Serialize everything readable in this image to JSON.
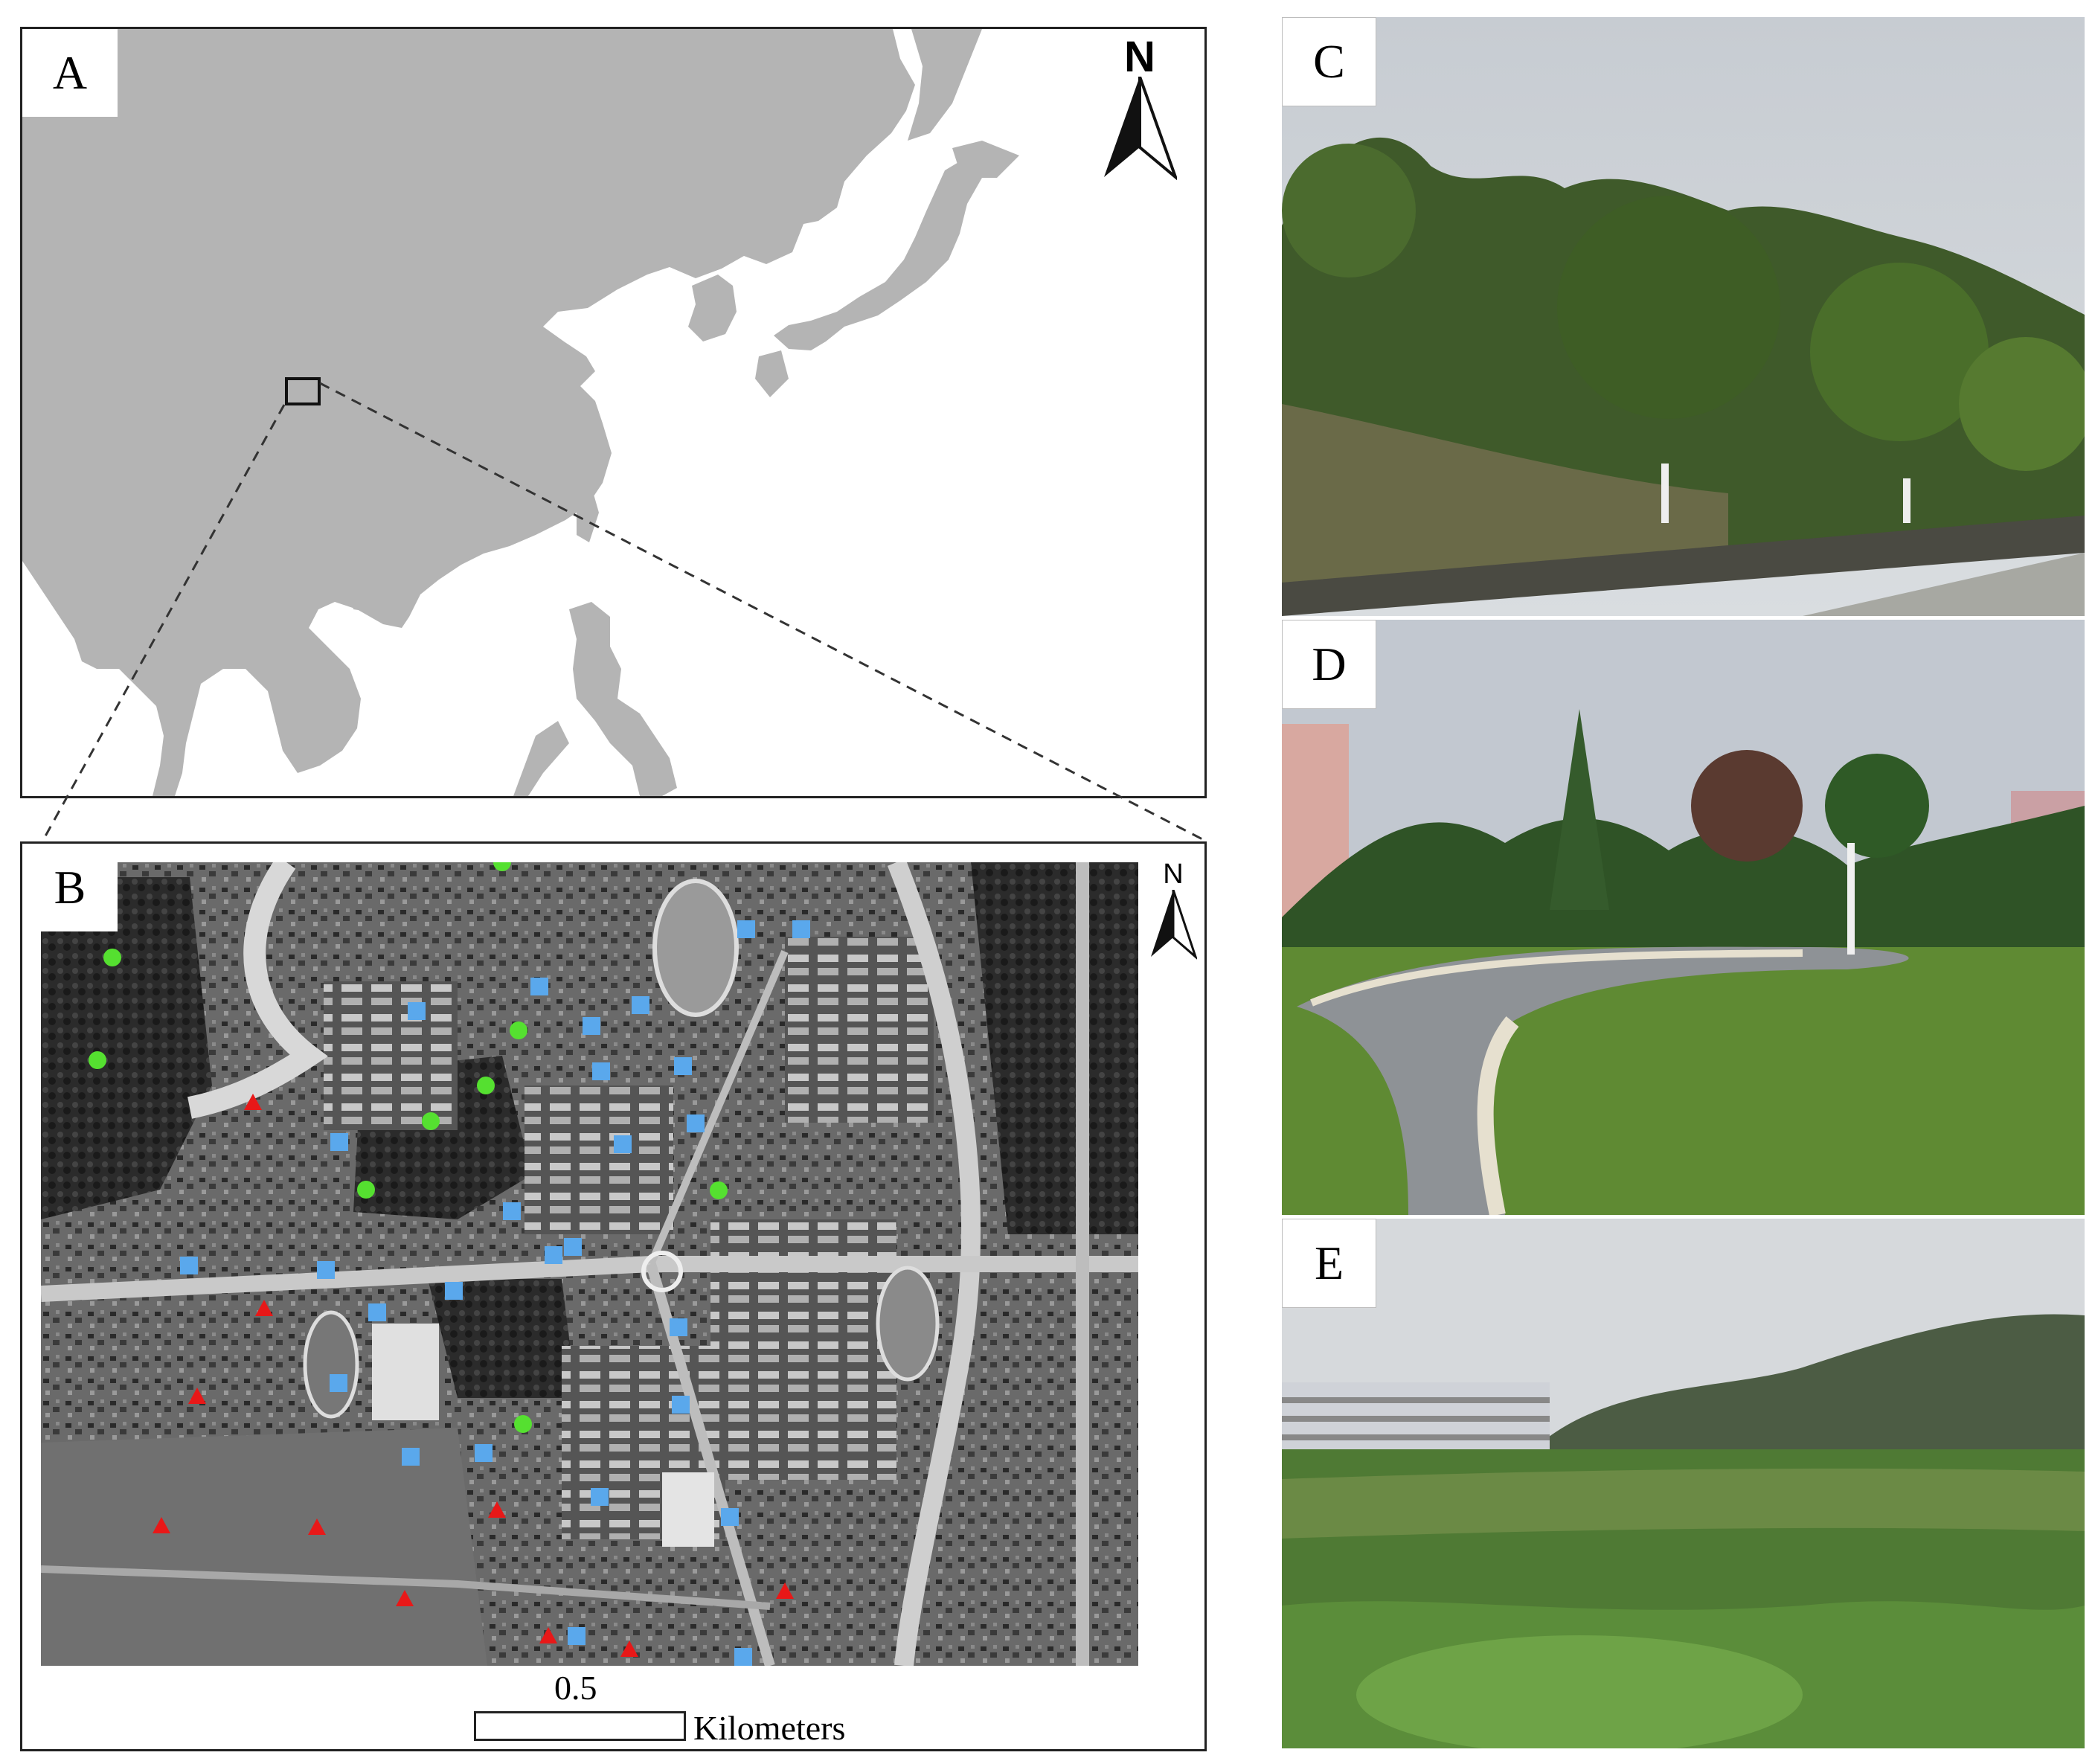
{
  "panels": {
    "a": {
      "letter": "A"
    },
    "b": {
      "letter": "B"
    },
    "c": {
      "letter": "C"
    },
    "d": {
      "letter": "D"
    },
    "e": {
      "letter": "E"
    }
  },
  "north_arrow": {
    "label": "N"
  },
  "scale_bar": {
    "value": "0.5",
    "unit": "Kilometers"
  },
  "marker_legend": {
    "green-circle": {
      "color": "#55e030",
      "count": 9
    },
    "blue-square": {
      "color": "#5aa8ec",
      "count": 27
    },
    "red-triangle": {
      "color": "#e81818",
      "count": 10
    }
  },
  "colors": {
    "land": "#b4b4b4",
    "sea": "#ffffff",
    "border": "#222222"
  }
}
